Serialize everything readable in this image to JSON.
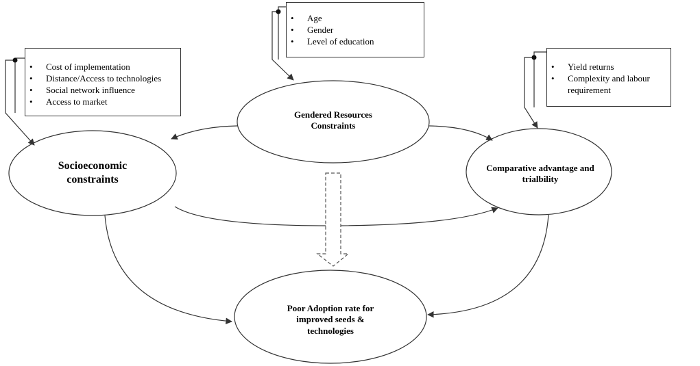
{
  "nodes": {
    "gendered": {
      "line1": "Gendered Resources",
      "line2": "Constraints"
    },
    "socioeconomic": {
      "line1": "Socioeconomic",
      "line2": "constraints"
    },
    "comparative": {
      "line1": "Comparative  advantage  and",
      "line2": "trialbility"
    },
    "adoption": {
      "line1": "Poor Adoption  rate for",
      "line2": "improved  seeds &",
      "line3": "technologies"
    }
  },
  "boxes": {
    "gendered_factors": [
      "Age",
      "Gender",
      "Level  of education"
    ],
    "socioeconomic_factors": [
      "Cost of implementation",
      "Distance/Access  to technologies",
      "Social network  influence",
      "Access to market"
    ],
    "comparative_factors": [
      "Yield returns",
      "Complexity  and labour requirement"
    ]
  },
  "bullet_glyph": "•"
}
